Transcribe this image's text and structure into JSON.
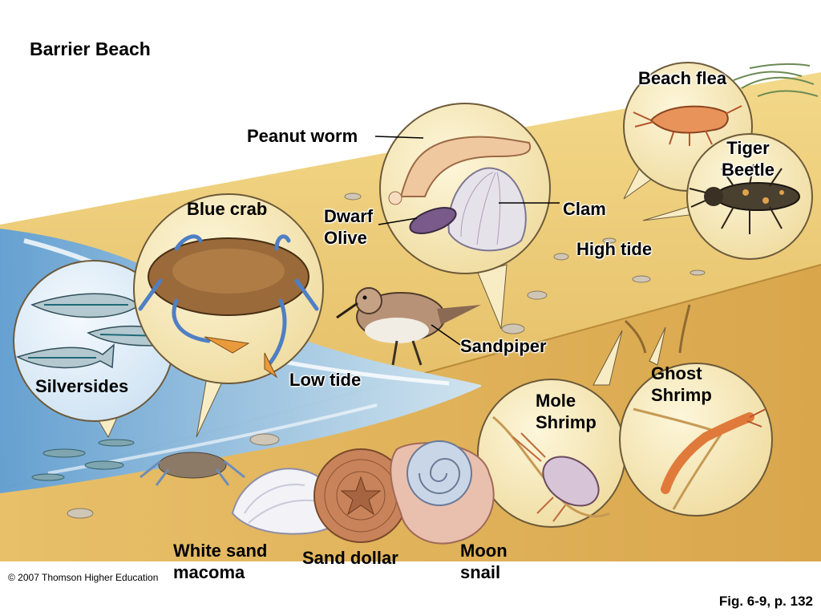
{
  "title": "Barrier Beach",
  "labels": {
    "beach_flea": "Beach flea",
    "peanut_worm": "Peanut worm",
    "tiger_beetle": "Tiger Beetle",
    "blue_crab": "Blue crab",
    "dwarf_olive": "Dwarf Olive",
    "clam": "Clam",
    "high_tide": "High tide",
    "sandpiper": "Sandpiper",
    "silversides": "Silversides",
    "low_tide": "Low tide",
    "ghost_shrimp": "Ghost Shrimp",
    "mole_shrimp": "Mole Shrimp",
    "white_sand_macoma": "White sand macoma",
    "sand_dollar": "Sand dollar",
    "moon_snail": "Moon snail"
  },
  "copyright": "© 2007 Thomson Higher Education",
  "figure_ref": "Fig. 6-9, p. 132",
  "colors": {
    "sand": "#e8c878",
    "sand_dark": "#d9ad55",
    "water": "#7fb5df",
    "circle_bg": "#f7ecc4",
    "crab": "#9a6a3a",
    "claw_blue": "#4f7fc4"
  }
}
